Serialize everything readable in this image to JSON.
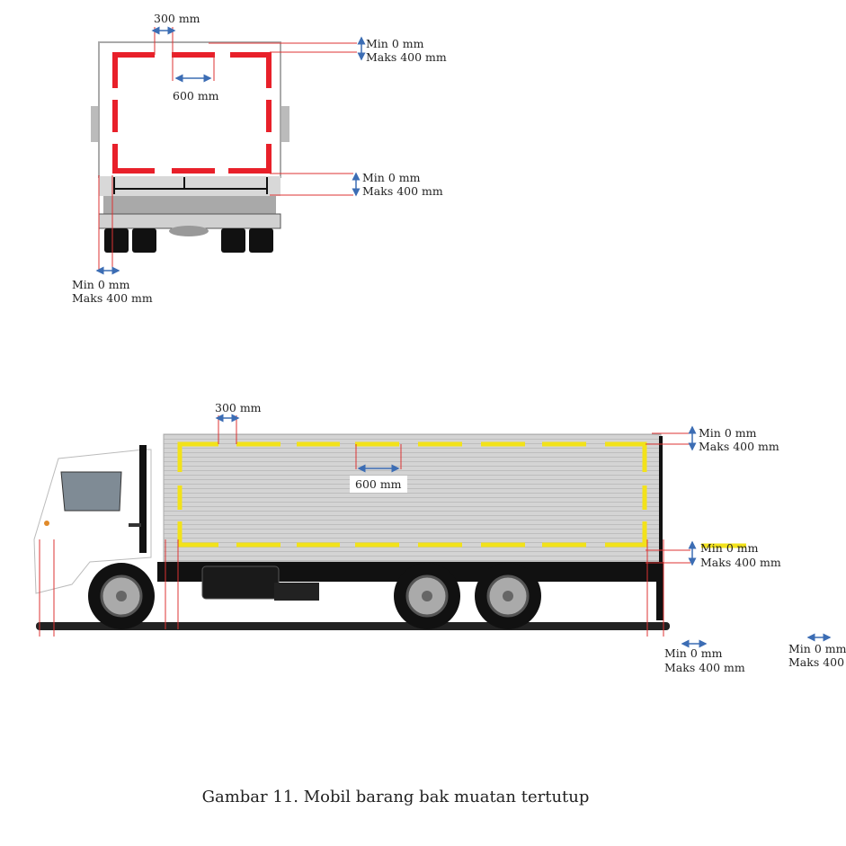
{
  "rear_view": {
    "spacing_label": "300 mm",
    "length_label": "600 mm",
    "top_margin": {
      "min": "Min 0 mm",
      "max": "Maks 400 mm"
    },
    "bottom_margin": {
      "min": "Min 0 mm",
      "max": "Maks 400 mm"
    },
    "side_margin": {
      "min": "Min 0 mm",
      "max": "Maks 400 mm"
    },
    "marking_color": "#e8202a"
  },
  "side_view": {
    "spacing_label": "300 mm",
    "length_label": "600 mm",
    "top_margin": {
      "min": "Min 0 mm",
      "max": "Maks 400 mm"
    },
    "bottom_margin": {
      "min": "Min 0 mm",
      "max": "Maks 400 mm"
    },
    "rear_margin": {
      "min": "Min 0 mm",
      "max": "Maks 400 mm"
    },
    "front_margin": {
      "min": "Min 0 mm",
      "max": "Maks 400"
    },
    "marking_color": "#f2e21a"
  },
  "caption": "Gambar 11. Mobil barang bak muatan tertutup"
}
